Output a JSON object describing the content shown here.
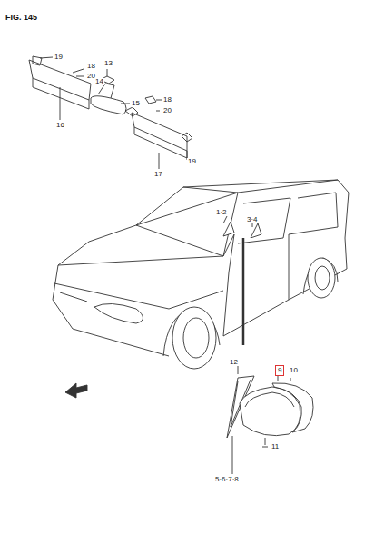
{
  "diagram": {
    "title": "FIG. 145",
    "nodes": [
      {
        "text": [
          "9"
        ]
      }
    ],
    "edges": [],
    "labels": [
      "19",
      "18",
      "20",
      "13",
      "14",
      "15",
      "18",
      "20",
      "16",
      "17",
      "19",
      "1·2",
      "3·4",
      "12",
      "10",
      "5·6·7·8",
      "11"
    ]
  }
}
